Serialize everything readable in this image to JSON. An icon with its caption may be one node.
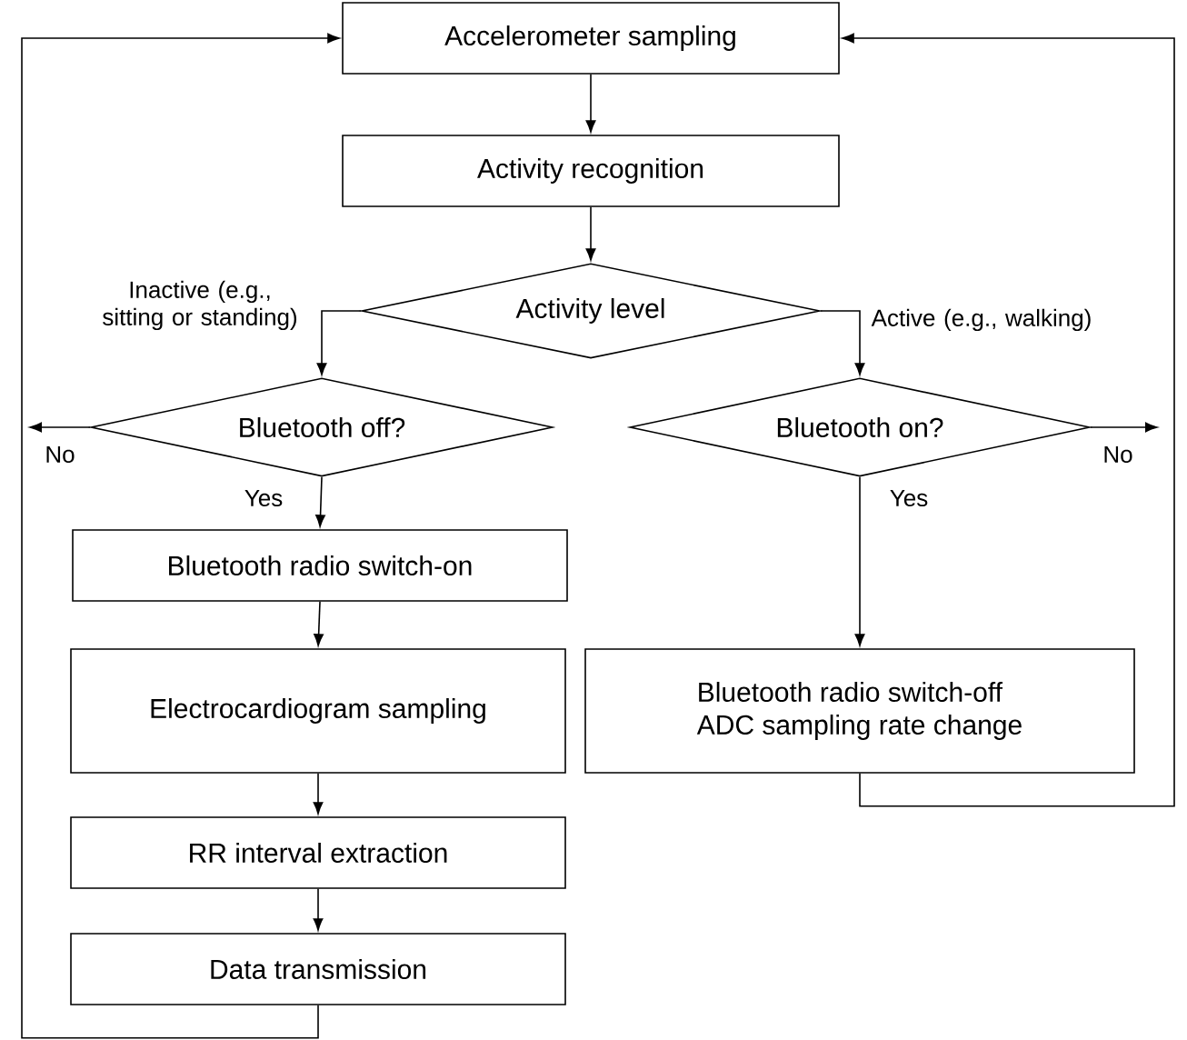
{
  "diagram": {
    "nodes": [
      {
        "text": [
          "Accelerometer sampling"
        ]
      },
      {
        "text": [
          "Activity recognition"
        ]
      },
      {
        "text": [
          "Activity level"
        ]
      },
      {
        "text": [
          "Bluetooth off?"
        ]
      },
      {
        "text": [
          "Bluetooth on?"
        ]
      },
      {
        "text": [
          "Bluetooth radio switch-on"
        ]
      },
      {
        "text": [
          "Electrocardiogram sampling"
        ]
      },
      {
        "text": [
          "RR interval extraction"
        ]
      },
      {
        "text": [
          "Data transmission"
        ]
      },
      {
        "text": [
          "Bluetooth radio switch-off",
          "ADC sampling rate change"
        ]
      }
    ],
    "edges": [
      {
        "from": 0,
        "to": 1,
        "arrow": "to"
      },
      {
        "from": 1,
        "to": 2,
        "arrow": "to"
      },
      {
        "from": 2,
        "to": 3,
        "arrow": "to",
        "label": "Inactive (e.g., sitting or standing)"
      },
      {
        "from": 2,
        "to": 4,
        "arrow": "to",
        "label": "Active (e.g., walking)"
      },
      {
        "from": 3,
        "to": 5,
        "arrow": "to",
        "label": "Yes"
      },
      {
        "from": 4,
        "to": 9,
        "arrow": "to",
        "label": "Yes"
      },
      {
        "from": 5,
        "to": 6,
        "arrow": "to"
      },
      {
        "from": 6,
        "to": 7,
        "arrow": "to"
      },
      {
        "from": 7,
        "to": 8,
        "arrow": "to"
      },
      {
        "from": 8,
        "to": 0,
        "arrow": "to"
      },
      {
        "from": 9,
        "to": 0,
        "arrow": "to"
      },
      {
        "from": 3,
        "to": null,
        "arrow": "to",
        "label": "No"
      },
      {
        "from": 4,
        "to": null,
        "arrow": "to",
        "label": "No"
      }
    ]
  }
}
